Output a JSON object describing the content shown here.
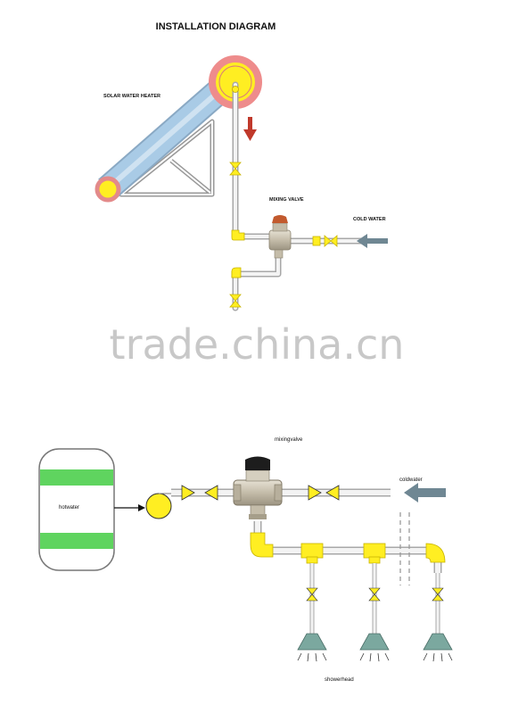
{
  "title": "INSTALLATION DIAGRAM",
  "top_diagram": {
    "solar_label": "SOLAR WATER HEATER",
    "mixing_valve_label": "MIXING VALVE",
    "cold_water_label": "COLD WATER"
  },
  "bottom_diagram": {
    "tank_label": "hotwater",
    "mixing_valve_label": "mixingvalve",
    "cold_water_label": "coldwater",
    "showerhead_label": "showerhead"
  },
  "watermark": "trade.china.cn",
  "colors": {
    "pipe": "#f3f3f3",
    "pipe_outline": "#a8a8a8",
    "fitting": "#ffee22",
    "collector": "#a9cbe6",
    "collector_ring": "#ee8c8c",
    "arrow_red": "#c0392b",
    "arrow_gray": "#6f8793",
    "tank_green": "#5fd45f",
    "valve_brass": "#c9c3b4",
    "valve_cap": "#1d1d1d",
    "showerhead": "#7ba89f"
  }
}
